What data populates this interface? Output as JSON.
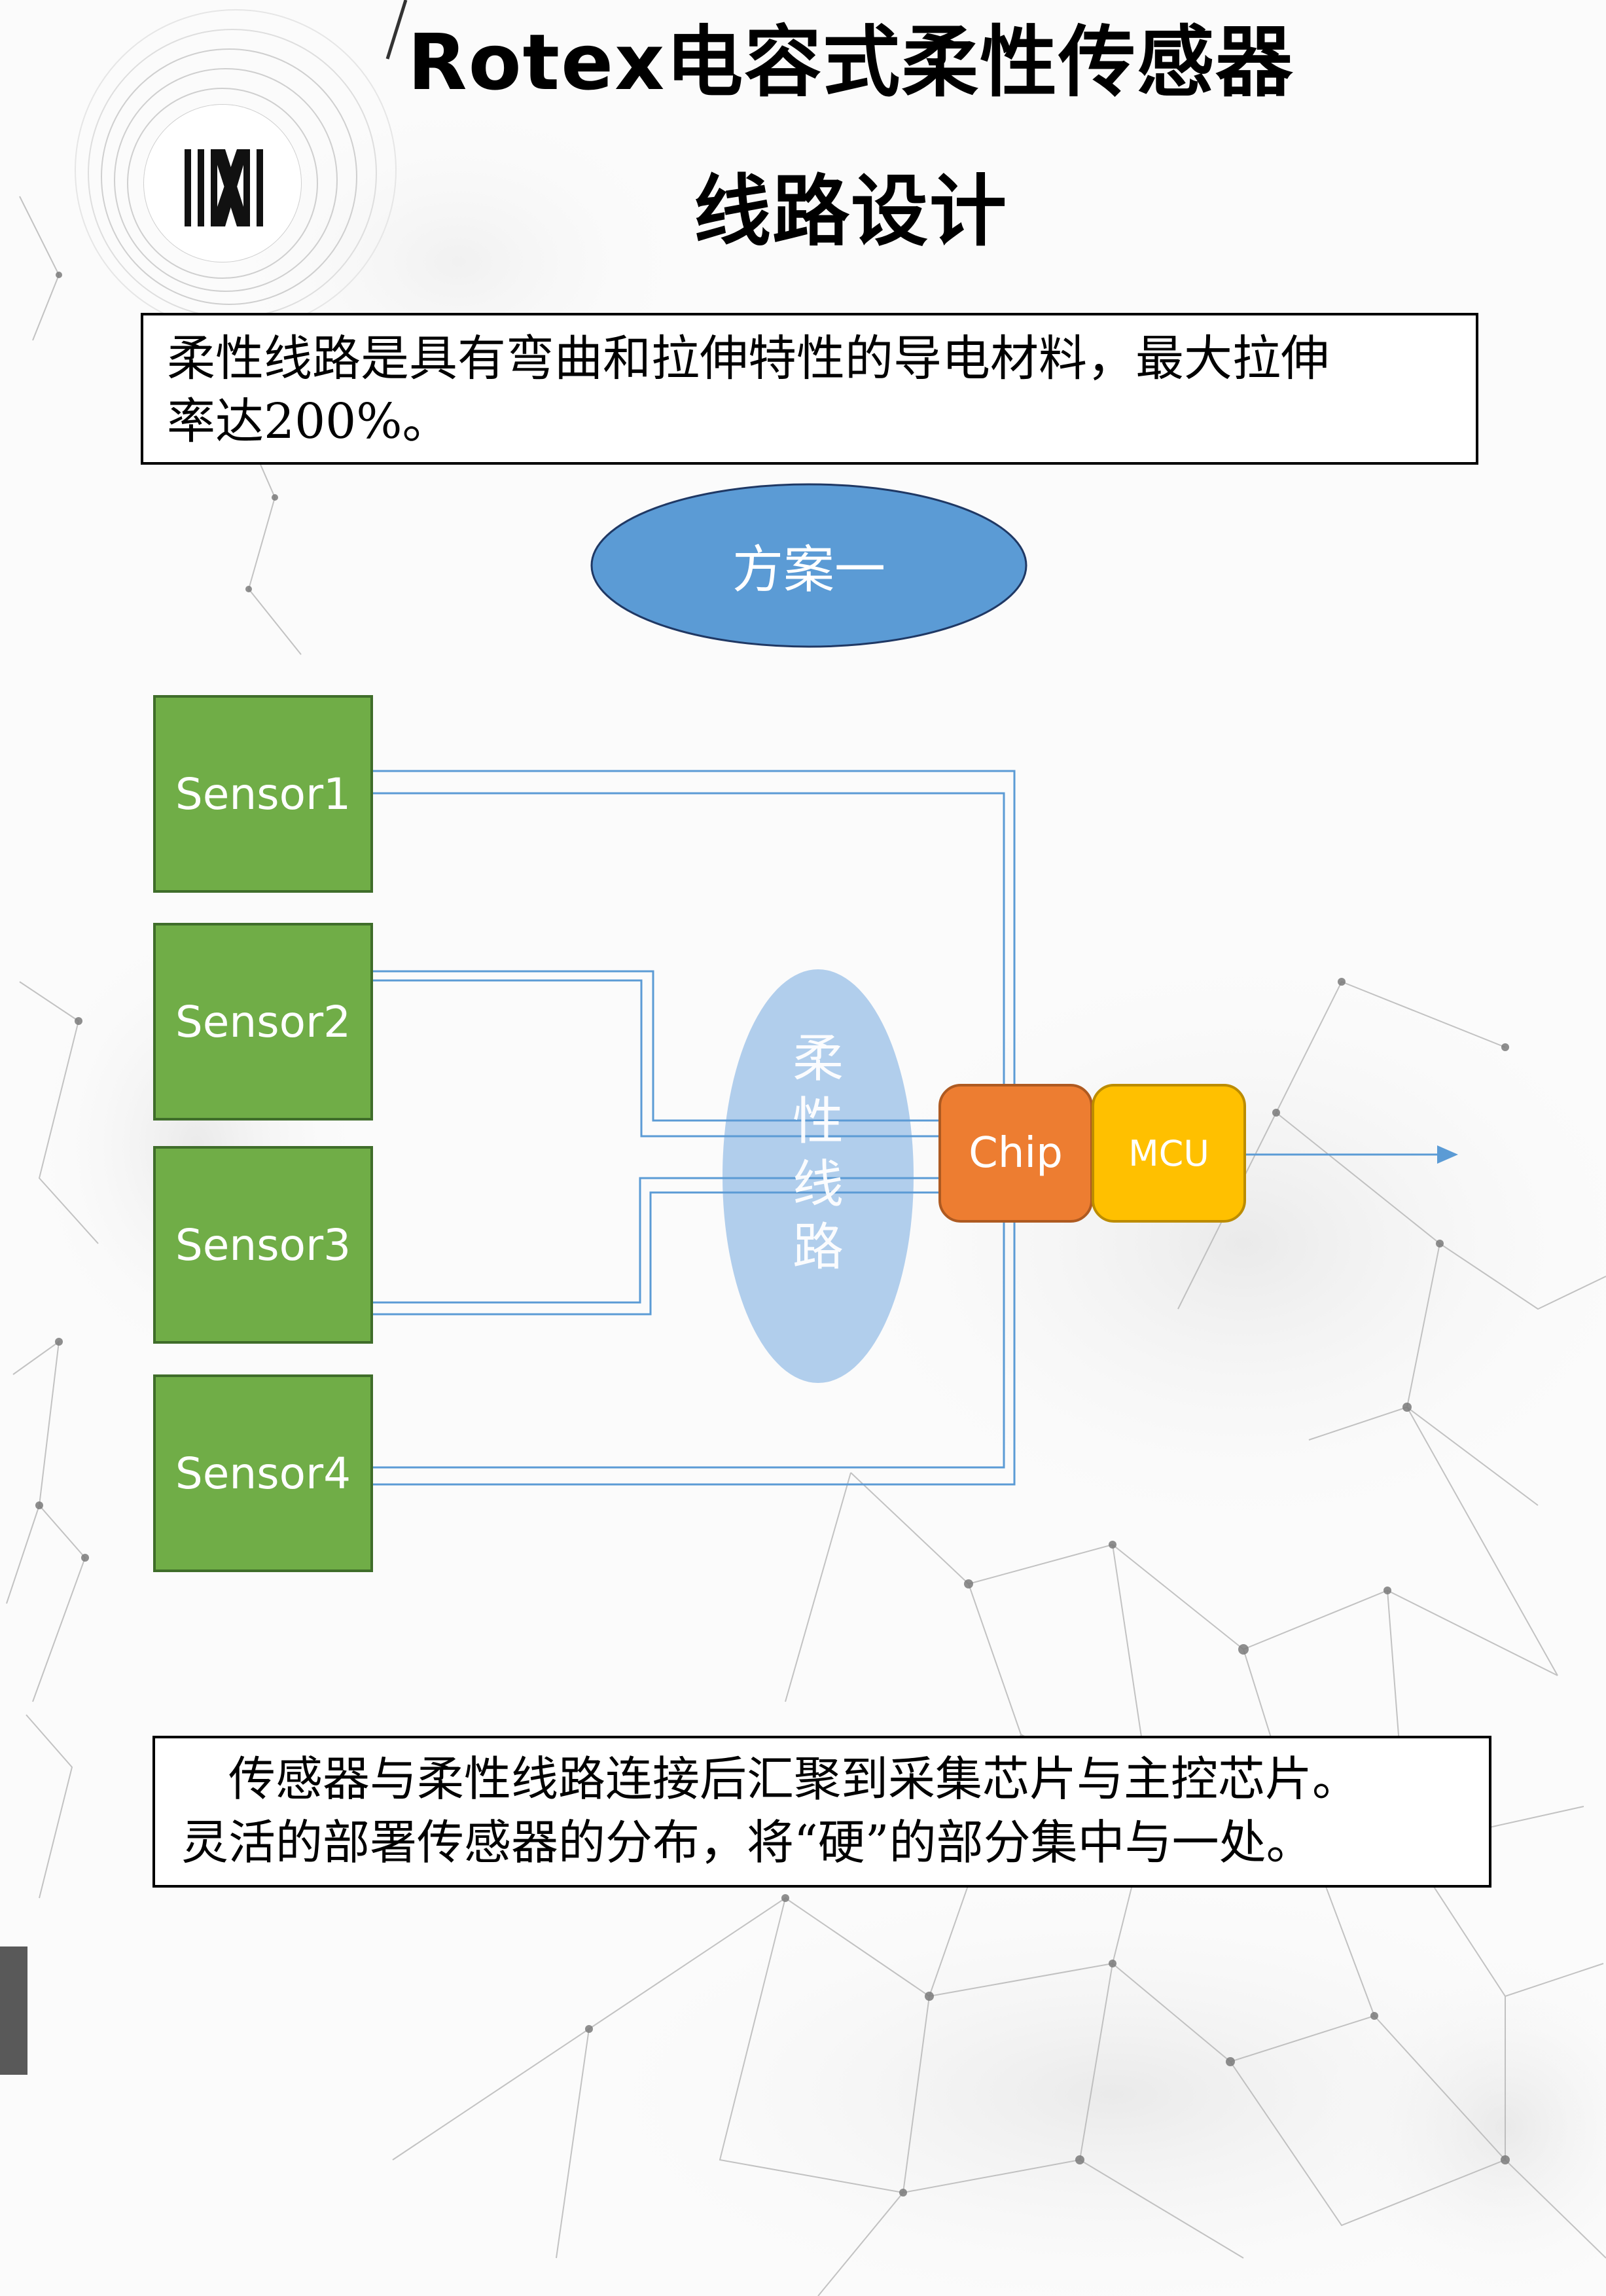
{
  "title": {
    "line1": "Rotex电容式柔性传感器",
    "line2": "线路设计"
  },
  "intro": {
    "line1": "柔性线路是具有弯曲和拉伸特性的导电材料，最大拉伸",
    "line2": "率达200%。"
  },
  "scheme": {
    "label": "方案一"
  },
  "flex_circuit": {
    "label": "柔性线路"
  },
  "sensors": [
    "Sensor1",
    "Sensor2",
    "Sensor3",
    "Sensor4"
  ],
  "chip": {
    "label": "Chip"
  },
  "mcu": {
    "label": "MCU"
  },
  "summary": {
    "line1": "传感器与柔性线路连接后汇聚到采集芯片与主控芯片。",
    "line2": "灵活的部署传感器的分布，将“硬”的部分集中与一处。"
  },
  "colors": {
    "sensor_fill": "#70ad47",
    "chip_fill": "#ed7d31",
    "mcu_fill": "#ffc000",
    "scheme_ellipse": "#5b9bd5",
    "flex_ellipse": "#a9c9ea",
    "wire": "#5b9bd5"
  },
  "icons": {
    "logo": "rotex-logo-icon"
  }
}
